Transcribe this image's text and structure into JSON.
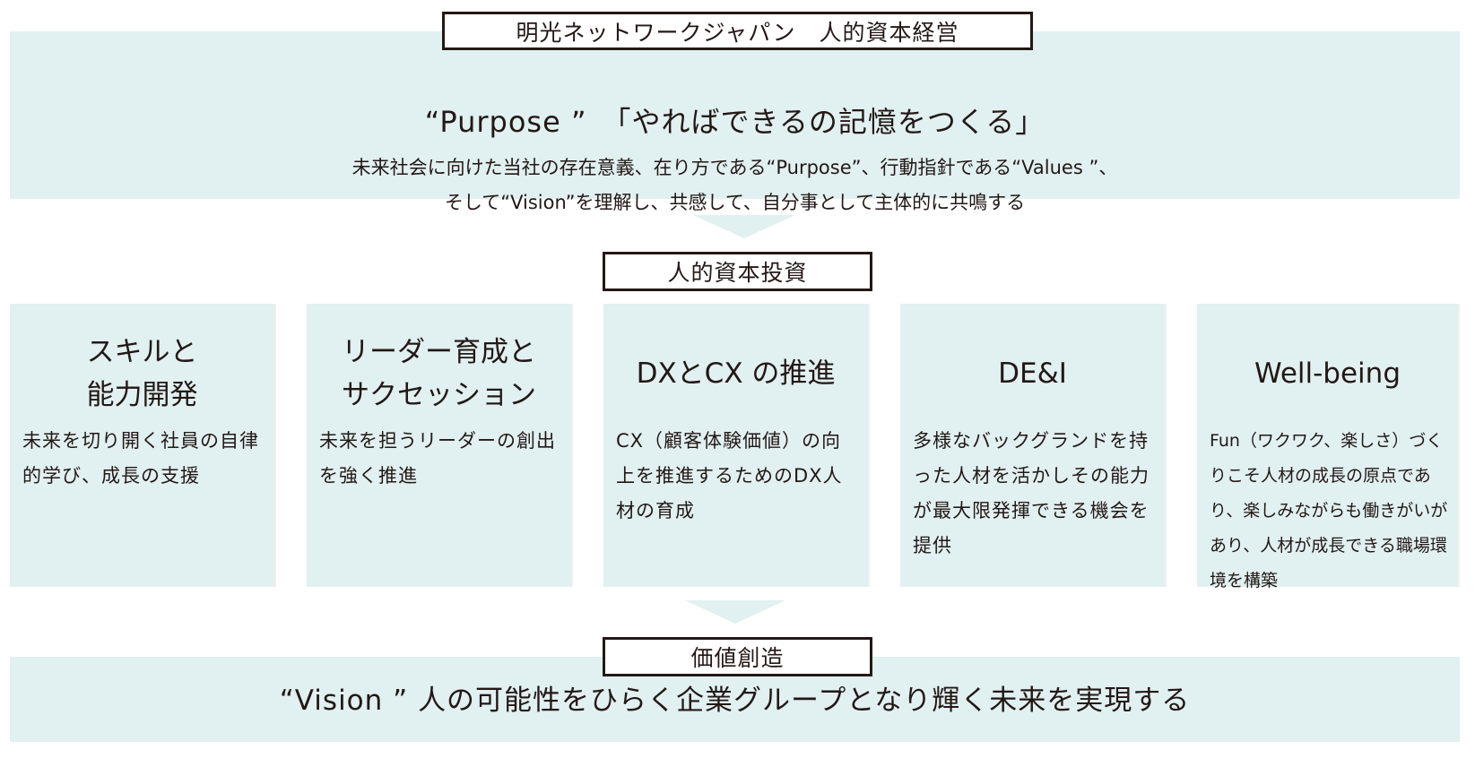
{
  "header": {
    "title": "明光ネットワークジャパン　人的資本経営"
  },
  "purpose": {
    "headline": "“Purpose ”　「やればできるの記憶をつくる」",
    "description_lines": [
      "未来社会に向けた当社の存在意義、在り方である“Purpose”、行動指針である“Values ”、",
      "そして“Vision”を理解し、共感して、自分事として主体的に共鳴する"
    ]
  },
  "investment": {
    "label": "人的資本投資",
    "pillars": [
      {
        "title_lines": [
          "スキルと",
          "能力開発"
        ],
        "description": "未来を切り開く社員の自律的学び、成長の支援"
      },
      {
        "title_lines": [
          "リーダー育成と",
          "サクセッション"
        ],
        "description": "未来を担うリーダーの創出を強く推進"
      },
      {
        "title_lines": [
          "DXとCX の推進"
        ],
        "description": "CX（顧客体験価値）の向上を推進するためのDX人材の育成"
      },
      {
        "title_lines": [
          "DE&I"
        ],
        "description": "多様なバックグランドを持った人材を活かしその能力が最大限発揮できる機会を提供"
      },
      {
        "title_lines": [
          "Well-being"
        ],
        "description": "Fun（ワクワク、楽しさ）づくりこそ人材の成長の原点であり、楽しみながらも働きがいがあり、人材が成長できる職場環境を構築"
      }
    ]
  },
  "value_creation": {
    "label": "価値創造",
    "vision": "“Vision ” 人の可能性をひらく企業グループとなり輝く未来を実現する"
  },
  "colors": {
    "panel": "#e1f0f1",
    "text": "#231815",
    "border": "#231815"
  },
  "icons": {
    "arrow": "down-triangle-arrow-icon"
  }
}
